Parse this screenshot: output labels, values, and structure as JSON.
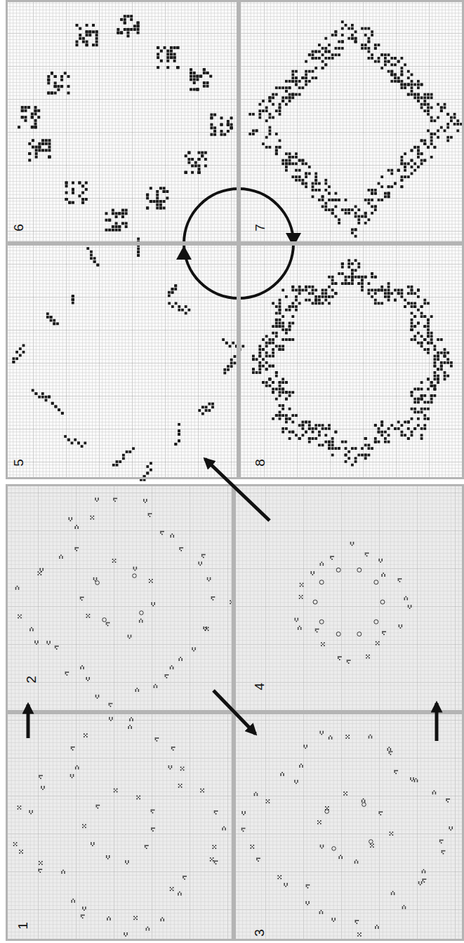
{
  "diagram": {
    "nodes": [
      {
        "text": [
          "6"
        ]
      },
      {
        "text": [
          "7"
        ]
      },
      {
        "text": [
          "5"
        ]
      },
      {
        "text": [
          "8"
        ]
      },
      {
        "text": [
          "2"
        ]
      },
      {
        "text": [
          "4"
        ]
      },
      {
        "text": [
          "1"
        ]
      },
      {
        "text": [
          "3"
        ]
      }
    ],
    "edges": [
      {
        "from": 6,
        "to": 4,
        "arrow": "to"
      },
      {
        "from": 4,
        "to": 7,
        "arrow": "to"
      },
      {
        "from": 7,
        "to": 5,
        "arrow": "to"
      },
      {
        "from": 5,
        "to": 2,
        "arrow": "to"
      }
    ]
  }
}
